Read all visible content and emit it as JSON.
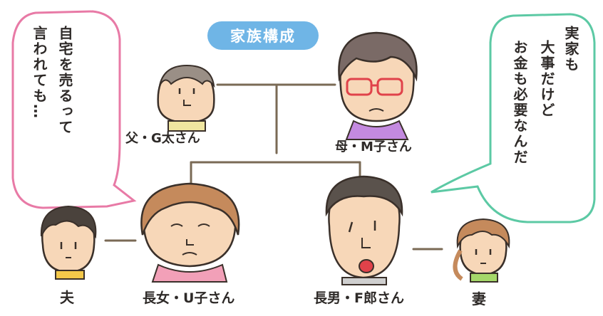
{
  "title": "家族構成",
  "members": {
    "father": "父・G太さん",
    "mother": "母・M子さん",
    "husband": "夫",
    "daughter": "長女・U子さん",
    "son": "長男・F郎さん",
    "wife": "妻"
  },
  "bubbles": {
    "left": [
      "自宅を売るって",
      "言われても…"
    ],
    "right": [
      "実家も",
      "大事だけど",
      "お金も必要なんだ"
    ]
  },
  "colors": {
    "title_bg": "#6fb5e6",
    "left_bubble": "#e87aa6",
    "right_bubble": "#5cc9a4",
    "skin": "#f7d7b8",
    "line": "#7a6a55"
  }
}
